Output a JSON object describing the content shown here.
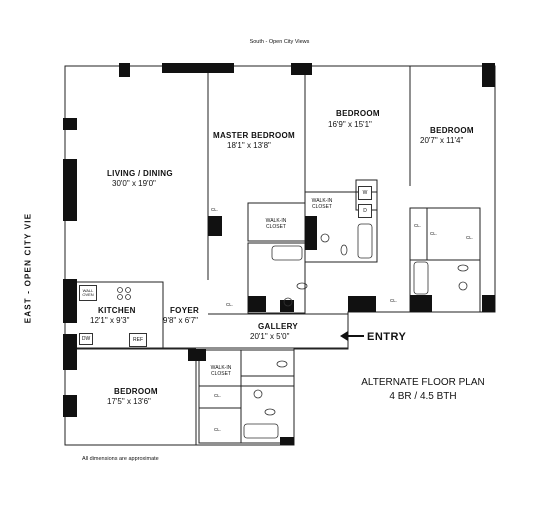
{
  "compass": {
    "south": "South - Open City Views",
    "east": "EAST - OPEN CITY VIE"
  },
  "rooms": {
    "living_dining": {
      "name": "LIVING / DINING",
      "dims": "30'0\" x 19'0\""
    },
    "master_bedroom": {
      "name": "MASTER BEDROOM",
      "dims": "18'1\" x 13'8\""
    },
    "bedroom_2": {
      "name": "BEDROOM",
      "dims": "16'9\" x 15'1\""
    },
    "bedroom_3": {
      "name": "BEDROOM",
      "dims": "20'7\" x 11'4\""
    },
    "kitchen": {
      "name": "KITCHEN",
      "dims": "12'1\" x 9'3\""
    },
    "foyer": {
      "name": "FOYER",
      "dims": "9'8\" x 6'7\""
    },
    "gallery": {
      "name": "GALLERY",
      "dims": "20'1\" x 5'0\""
    },
    "bedroom_4": {
      "name": "BEDROOM",
      "dims": "17'5\" x 13'6\""
    }
  },
  "small_labels": {
    "walk_in_closet": "WALK-IN CLOSET",
    "closet": "CL.",
    "washer": "W",
    "dryer": "D",
    "wall_oven": "WALL OVEN",
    "dishwasher": "DW",
    "refrigerator": "REF"
  },
  "entry": "ENTRY",
  "plan_title": "ALTERNATE FLOOR PLAN",
  "plan_subtitle": "4 BR / 4.5 BTH",
  "note": "All dimensions are approximate"
}
